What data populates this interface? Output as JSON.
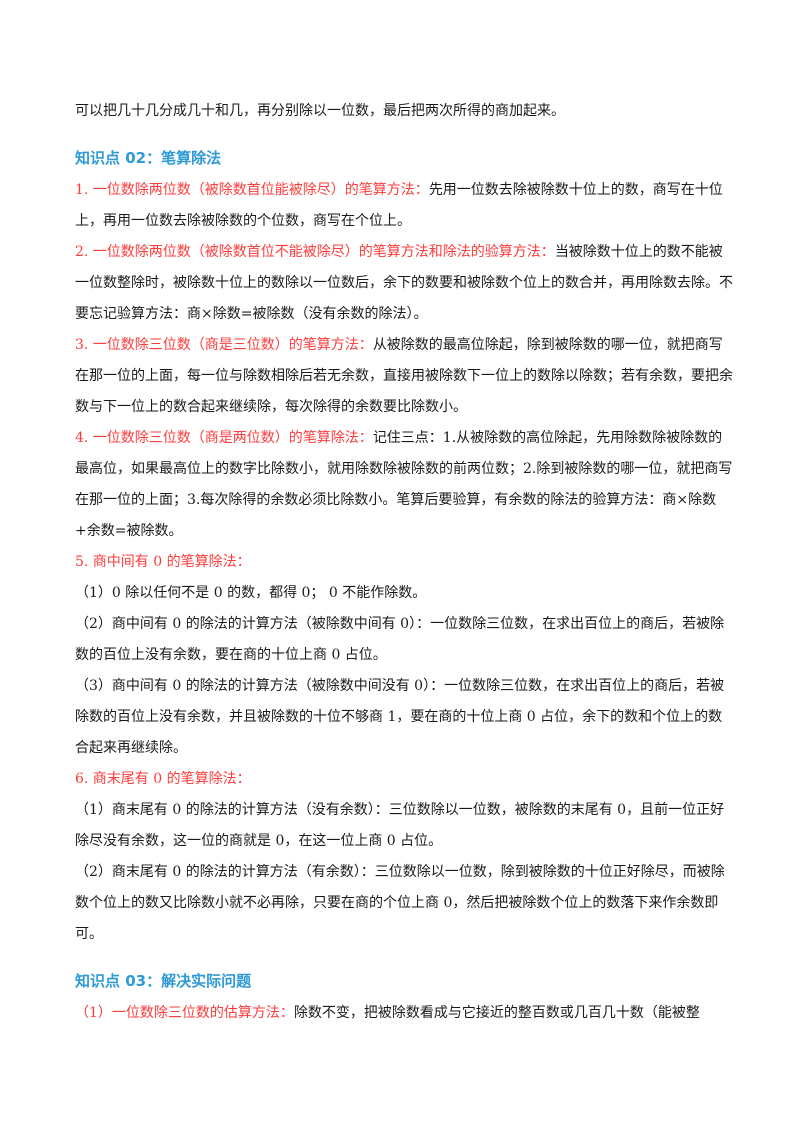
{
  "intro": "可以把几十几分成几十和几，再分别除以一位数，最后把两次所得的商加起来。",
  "section2": {
    "heading": "知识点 02：笔算除法",
    "item1": {
      "label": "1.  一位数除两位数（被除数首位能被除尽）的笔算方法：",
      "text": "先用一位数去除被除数十位上的数，商写在十位上，再用一位数去除被除数的个位数，商写在个位上。"
    },
    "item2": {
      "label": "2.  一位数除两位数（被除数首位不能被除尽）的笔算方法和除法的验算方法：",
      "text": "当被除数十位上的数不能被一位数整除时，被除数十位上的数除以一位数后，余下的数要和被除数个位上的数合并，再用除数去除。不要忘记验算方法：商×除数=被除数（没有余数的除法）。"
    },
    "item3": {
      "label": "3.  一位数除三位数（商是三位数）的笔算方法：",
      "text": "从被除数的最高位除起，除到被除数的哪一位，就把商写在那一位的上面，每一位与除数相除后若无余数，直接用被除数下一位上的数除以除数；若有余数，要把余数与下一位上的数合起来继续除，每次除得的余数要比除数小。"
    },
    "item4": {
      "label": "4.  一位数除三位数（商是两位数）的笔算除法：",
      "text": "记住三点：1.从被除数的高位除起，先用除数除被除数的最高位，如果最高位上的数字比除数小，就用除数除被除数的前两位数；2.除到被除数的哪一位，就把商写在那一位的上面；3.每次除得的余数必须比除数小。笔算后要验算，有余数的除法的验算方法：商×除数+余数=被除数。"
    },
    "item5": {
      "label": "5.  商中间有 0 的笔算除法：",
      "sub1": "（1）0 除以任何不是 0 的数，都得 0；   0 不能作除数。",
      "sub2": "（2）商中间有 0 的除法的计算方法（被除数中间有 0）：一位数除三位数，在求出百位上的商后，若被除数的百位上没有余数，要在商的十位上商 0 占位。",
      "sub3": "（3）商中间有 0 的除法的计算方法（被除数中间没有 0）：一位数除三位数，在求出百位上的商后，若被除数的百位上没有余数，并且被除数的十位不够商 1，要在商的十位上商 0 占位，余下的数和个位上的数合起来再继续除。"
    },
    "item6": {
      "label": "6.  商末尾有 0 的笔算除法：",
      "sub1": "（1）商末尾有 0 的除法的计算方法（没有余数）：三位数除以一位数，被除数的末尾有 0，且前一位正好除尽没有余数，这一位的商就是 0，在这一位上商 0 占位。",
      "sub2": "（2）商末尾有 0 的除法的计算方法（有余数）：三位数除以一位数，除到被除数的十位正好除尽，而被除数个位上的数又比除数小就不必再除，只要在商的个位上商 0，然后把被除数个位上的数落下来作余数即可。"
    }
  },
  "section3": {
    "heading": "知识点 03：解决实际问题",
    "item1": {
      "label": "（1）一位数除三位数的估算方法：",
      "text": "除数不变，把被除数看成与它接近的整百数或几百几十数（能被整"
    }
  },
  "colors": {
    "heading": "#2e9ad6",
    "label": "#ff3b3b",
    "body": "#1a1a1a"
  }
}
